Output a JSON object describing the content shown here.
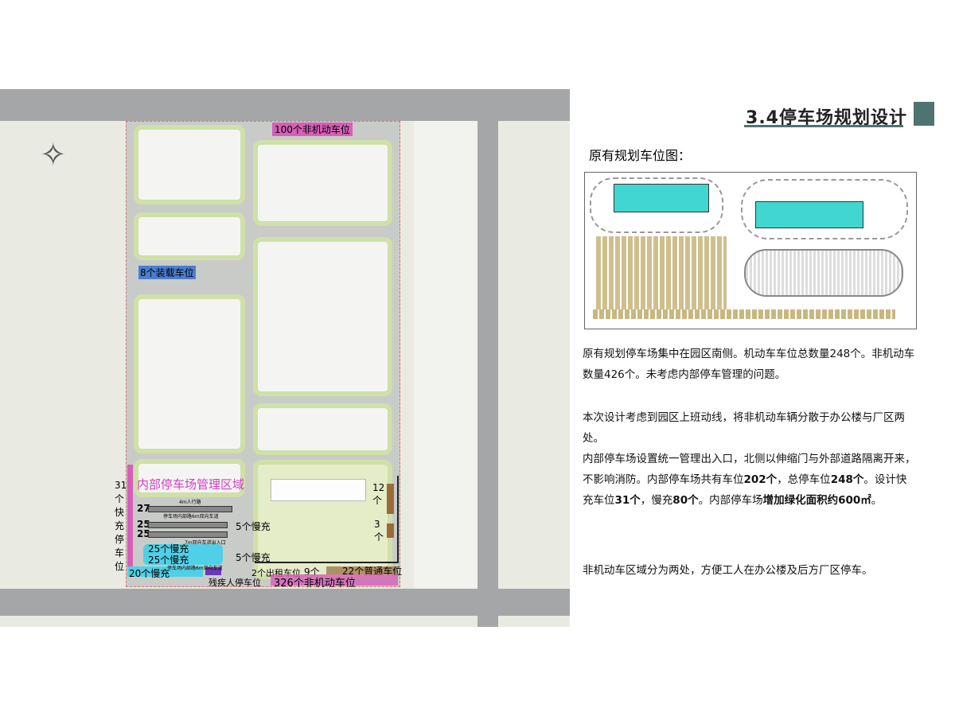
{
  "header": {
    "title": "3.4停车场规划设计"
  },
  "subtitle": "原有规划车位图：",
  "paragraphs": {
    "p1": "原有规划停车场集中在园区南侧。机动车车位总数量248个。非机动车数量426个。未考虑内部停车管理的问题。",
    "p2": "本次设计考虑到园区上班动线，将非机动车辆分散于办公楼与厂区两处。",
    "p3a": "内部停车场设置统一管理出入口，北侧以伸缩门与外部道路隔离开来，不影响消防。内部停车场共有车位",
    "p3b": "202个",
    "p3c": "，总停车位",
    "p3d": "248个",
    "p3e": "。设计快充车位",
    "p3f": "31个",
    "p3g": "，慢充",
    "p3h": "80个",
    "p3i": "。内部停车场",
    "p3j": "增加绿化面积约600㎡",
    "p3k": "。",
    "p4": "非机动车区域分为两处，方便工人在办公楼及后方厂区停车。"
  },
  "map": {
    "nonmotor_top": "100个非机动车位",
    "loading": "8个装载车位",
    "zone": "内部停车场管理区域",
    "fast": "31个快充停车位",
    "sidewalk": "4m人行路",
    "road1": "停车场内部路6m双向车道",
    "road2": "7m双向车道出入口",
    "road3": "停车场内部路6m双向车道",
    "r27": "27",
    "r25a": "25",
    "r25b": "25",
    "slow5a": "5个慢充",
    "slow5b": "5个慢充",
    "slow25a": "25个慢充",
    "slow25b": "25个慢充",
    "slow20": "20个慢充",
    "disabled": "残疾人停车位",
    "taxi": "2个出租车位",
    "nine": "9个",
    "regular": "22个普通车位",
    "nonmotor_bottom": "326个非机动车位",
    "twelve": "12个",
    "three": "3个"
  }
}
